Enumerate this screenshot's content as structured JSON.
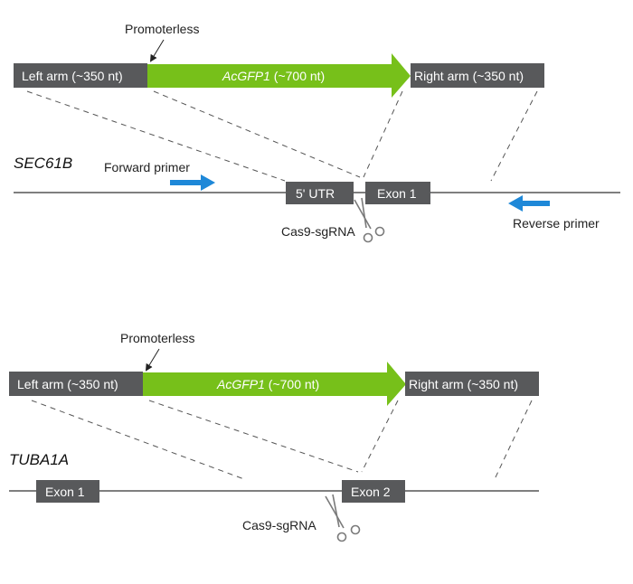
{
  "panel1": {
    "promoterless": "Promoterless",
    "left_arm": "Left arm (~350 nt)",
    "gfp_name": "AcGFP1",
    "gfp_size": " (~700 nt)",
    "right_arm": "Right arm (~350 nt)",
    "gene": "SEC61B",
    "forward_primer": "Forward primer",
    "utr": "5' UTR",
    "exon": "Exon 1",
    "cas9": "Cas9-sgRNA",
    "reverse_primer": "Reverse primer"
  },
  "panel2": {
    "promoterless": "Promoterless",
    "left_arm": "Left arm (~350 nt)",
    "gfp_name": "AcGFP1",
    "gfp_size": " (~700 nt)",
    "right_arm": "Right arm (~350 nt)",
    "gene": "TUBA1A",
    "exon1": "Exon 1",
    "exon2": "Exon 2",
    "cas9": "Cas9-sgRNA"
  },
  "colors": {
    "gfp": "#77c01a",
    "primer": "#1e88d8",
    "box": "#58595b"
  }
}
